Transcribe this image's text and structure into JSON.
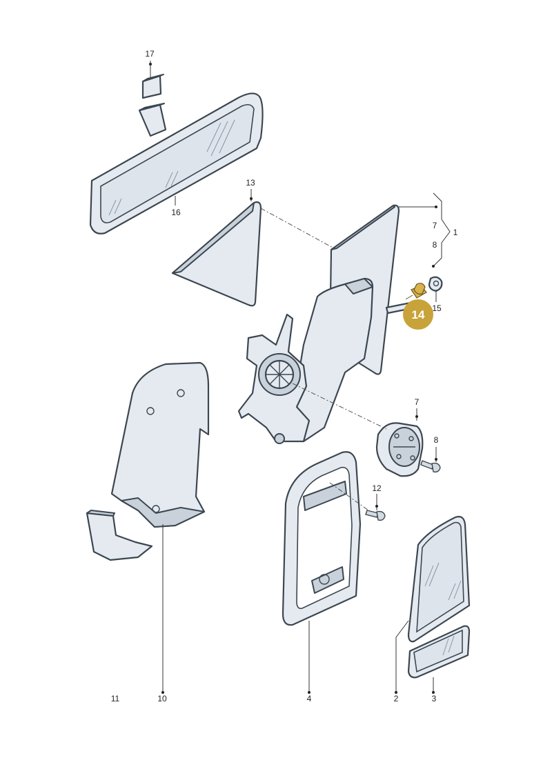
{
  "callouts": {
    "c17": "17",
    "c16": "16",
    "c13": "13",
    "c7a": "7",
    "c8a": "8",
    "c1": "1",
    "c15": "15",
    "c14": "14",
    "c7b": "7",
    "c8b": "8",
    "c12": "12",
    "c11": "11",
    "c10": "10",
    "c4": "4",
    "c2": "2",
    "c3": "3"
  },
  "colors": {
    "highlight": "#c8a33a",
    "part_fill": "#e4eaf0",
    "outline": "#3c4650"
  }
}
